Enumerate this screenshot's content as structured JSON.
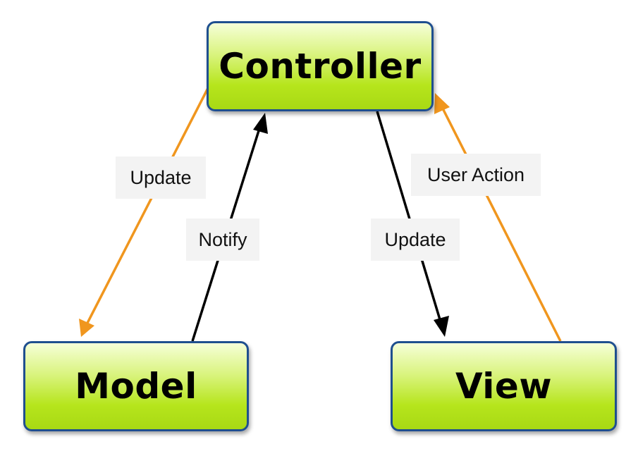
{
  "diagram": {
    "nodes": {
      "controller": "Controller",
      "model": "Model",
      "view": "View"
    },
    "edges": [
      {
        "id": "controller-to-model",
        "from": "Controller",
        "to": "Model",
        "label": "Update",
        "color": "#f0961e"
      },
      {
        "id": "model-to-controller",
        "from": "Model",
        "to": "Controller",
        "label": "Notify",
        "color": "#000000"
      },
      {
        "id": "controller-to-view",
        "from": "Controller",
        "to": "View",
        "label": "Update",
        "color": "#000000"
      },
      {
        "id": "view-to-controller",
        "from": "View",
        "to": "Controller",
        "label": "User Action",
        "color": "#f0961e"
      }
    ],
    "colors": {
      "node_border": "#1f4f8f",
      "node_fill": "#b6e51c",
      "label_background": "#f3f3f3"
    }
  }
}
